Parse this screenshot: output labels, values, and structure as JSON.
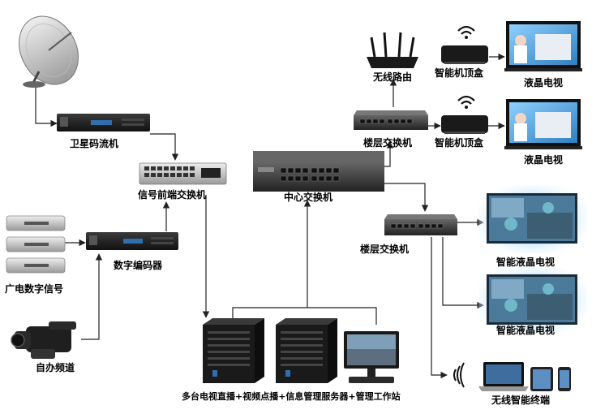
{
  "nodes": {
    "satellite_receiver": "卫星码流机",
    "front_switch": "信号前端交换机",
    "broadcast_signal": "广电数字信号",
    "encoder": "数字编码器",
    "self_channel": "自办频道",
    "core_switch": "中心交换机",
    "servers": "多台电视直播+视频点播+信息管理服务器+管理工作站",
    "router": "无线路由",
    "floor_switch_top": "楼层交换机",
    "stb_top": "智能机顶盒",
    "tv_top": "液晶电视",
    "stb_mid": "智能机顶盒",
    "tv_mid": "液晶电视",
    "floor_switch_mid": "楼层交换机",
    "smart_tv_1": "智能液晶电视",
    "smart_tv_2": "智能液晶电视",
    "wireless_terminal": "无线智能终端"
  },
  "colors": {
    "device_dark": "#1c1c1c",
    "device_gray": "#5c5c5c",
    "arrow": "#222222",
    "tv_screen": "#2f7fbf",
    "tv_glow": "#bfe6ff"
  }
}
